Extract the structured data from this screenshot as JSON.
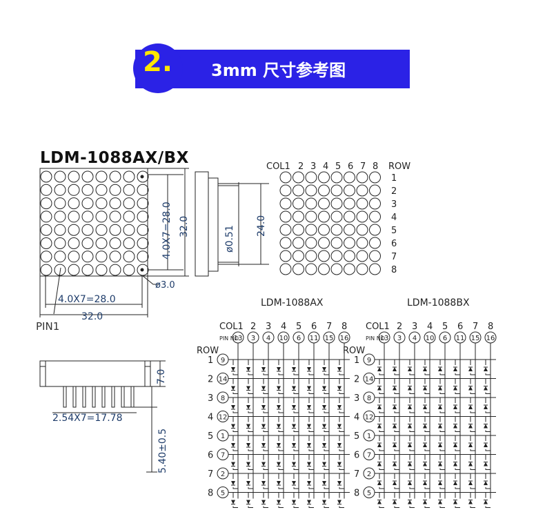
{
  "banner": {
    "number": "2.",
    "title": "3mm 尺寸参考图",
    "bg_color": "#2b22e6",
    "number_color": "#ffe600"
  },
  "front_view": {
    "model": "LDM-1088AX/BX",
    "pitch_dim": "4.0X7=28.0",
    "width_dim": "32.0",
    "height_pitch_dim": "4.0X7=28.0",
    "height_dim": "32.0",
    "dot_dim": "ø3.0",
    "pin_label": "PIN1"
  },
  "side_view": {
    "pin_dim": "ø0.51",
    "length_dim": "24.0"
  },
  "bottom_view": {
    "height_dim": "7.0",
    "pin_pitch_dim": "2.54X7=17.78",
    "pin_length_dim": "5.40±0.5"
  },
  "dot_grid": {
    "col_header": "COL1",
    "cols": [
      "2",
      "3",
      "4",
      "5",
      "6",
      "7",
      "8"
    ],
    "row_header": "ROW",
    "rows": [
      "1",
      "2",
      "3",
      "4",
      "5",
      "6",
      "7",
      "8"
    ]
  },
  "schematics": [
    {
      "title": "LDM-1088AX",
      "col_header": "COL1",
      "cols": [
        "2",
        "3",
        "4",
        "5",
        "6",
        "7",
        "8"
      ],
      "pin_no_label": "PIN NO.",
      "col_pins": [
        "13",
        "3",
        "4",
        "10",
        "6",
        "11",
        "15",
        "16"
      ],
      "row_label": "ROW",
      "rows": [
        "1",
        "2",
        "3",
        "4",
        "5",
        "6",
        "7",
        "8"
      ],
      "row_pins": [
        "9",
        "14",
        "8",
        "12",
        "1",
        "7",
        "2",
        "5"
      ],
      "diode_direction": "down"
    },
    {
      "title": "LDM-1088BX",
      "col_header": "COL1",
      "cols": [
        "2",
        "3",
        "4",
        "5",
        "6",
        "7",
        "8"
      ],
      "pin_no_label": "PIN NO.",
      "col_pins": [
        "13",
        "3",
        "4",
        "10",
        "6",
        "11",
        "15",
        "16"
      ],
      "row_label": "ROW",
      "rows": [
        "1",
        "2",
        "3",
        "4",
        "5",
        "6",
        "7",
        "8"
      ],
      "row_pins": [
        "9",
        "14",
        "8",
        "12",
        "1",
        "7",
        "2",
        "5"
      ],
      "diode_direction": "up"
    }
  ]
}
